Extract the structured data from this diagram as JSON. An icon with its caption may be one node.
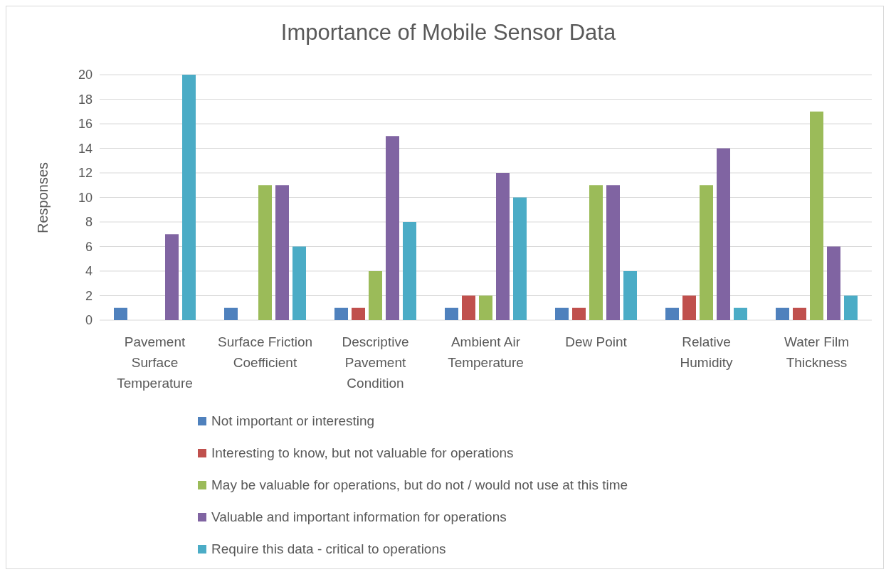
{
  "diagram": {
    "chart_data": {
      "type": "bar",
      "title": "Importance of Mobile Sensor Data",
      "ylabel": "Responses",
      "categories": [
        "Pavement Surface Temperature",
        "Surface Friction Coefficient",
        "Descriptive Pavement Condition",
        "Ambient Air Temperature",
        "Dew Point",
        "Relative Humidity",
        "Water Film Thickness"
      ],
      "series": [
        {
          "name": "Not important or interesting",
          "color": "#4f81bd",
          "values": [
            1,
            1,
            1,
            1,
            1,
            1,
            1
          ]
        },
        {
          "name": "Interesting to know, but not valuable for operations",
          "color": "#c0504d",
          "values": [
            0,
            0,
            1,
            2,
            1,
            2,
            1
          ]
        },
        {
          "name": "May be valuable for operations, but do not / would not use at this time",
          "color": "#9bbb59",
          "values": [
            0,
            11,
            4,
            2,
            11,
            11,
            17
          ]
        },
        {
          "name": "Valuable and important information for operations",
          "color": "#8064a2",
          "values": [
            7,
            11,
            15,
            12,
            11,
            14,
            6
          ]
        },
        {
          "name": "Require this data - critical to operations",
          "color": "#4bacc6",
          "values": [
            20,
            6,
            8,
            10,
            4,
            1,
            2
          ]
        }
      ],
      "grid": true,
      "legend": "bottom",
      "ylim": [
        0,
        20
      ],
      "yticks": [
        0,
        2,
        4,
        6,
        8,
        10,
        12,
        14,
        16,
        18,
        20
      ]
    }
  }
}
